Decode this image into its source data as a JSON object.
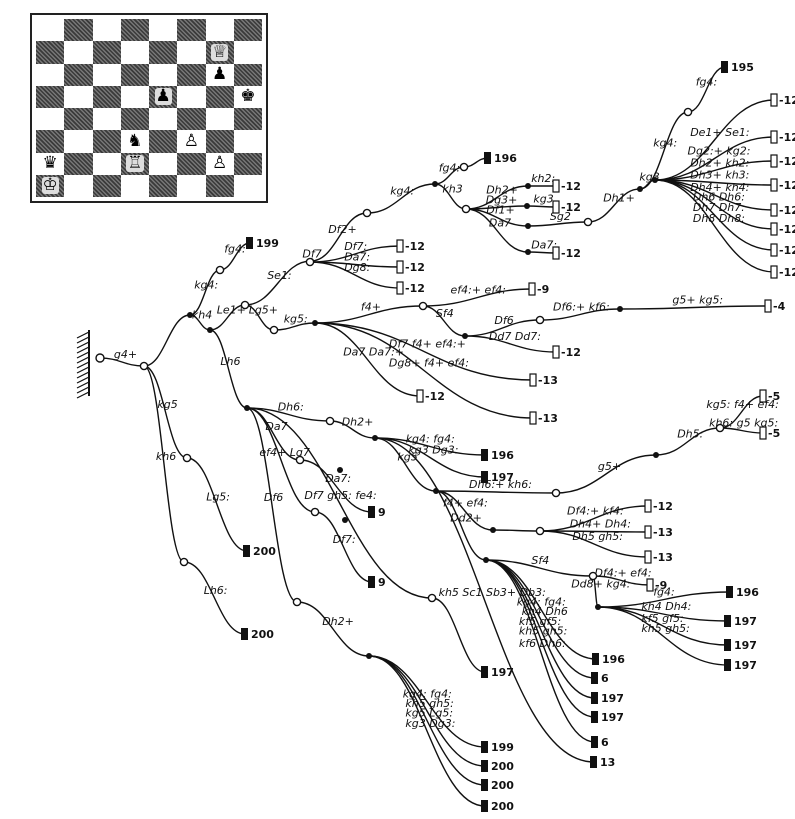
{
  "board": {
    "pieces": [
      {
        "sq": "g7",
        "glyph": "♕",
        "name": "white-queen"
      },
      {
        "sq": "g6",
        "glyph": "♟",
        "name": "black-pawn"
      },
      {
        "sq": "e5",
        "glyph": "♟",
        "name": "black-pawn"
      },
      {
        "sq": "h5",
        "glyph": "♚",
        "name": "black-king"
      },
      {
        "sq": "d3",
        "glyph": "♞",
        "name": "black-knight"
      },
      {
        "sq": "f3",
        "glyph": "♙",
        "name": "white-pawn"
      },
      {
        "sq": "a2",
        "glyph": "♛",
        "name": "black-queen"
      },
      {
        "sq": "d2",
        "glyph": "♖",
        "name": "white-rook"
      },
      {
        "sq": "g2",
        "glyph": "♙",
        "name": "white-pawn"
      },
      {
        "sq": "a1",
        "glyph": "♔",
        "name": "white-king"
      }
    ]
  },
  "tree": {
    "nodes": [
      {
        "id": "root",
        "kind": "root"
      },
      {
        "id": "n1",
        "kind": "open"
      },
      {
        "id": "n2",
        "kind": "filled"
      },
      {
        "id": "n3",
        "kind": "open"
      },
      {
        "id": "n4",
        "kind": "filled"
      },
      {
        "id": "t199a",
        "kind": "terminal",
        "value": "199"
      },
      {
        "id": "n5",
        "kind": "open"
      },
      {
        "id": "n6",
        "kind": "filled"
      },
      {
        "id": "n7",
        "kind": "open"
      },
      {
        "id": "n8",
        "kind": "filled"
      },
      {
        "id": "n9",
        "kind": "open"
      },
      {
        "id": "t196a",
        "kind": "terminal",
        "value": "196"
      },
      {
        "id": "n10",
        "kind": "open"
      },
      {
        "id": "n11",
        "kind": "filled"
      },
      {
        "id": "t12a",
        "kind": "box",
        "value": "-12"
      },
      {
        "id": "n12",
        "kind": "filled"
      },
      {
        "id": "t12b",
        "kind": "box",
        "value": "-12"
      },
      {
        "id": "n13",
        "kind": "filled"
      },
      {
        "id": "n14",
        "kind": "open"
      },
      {
        "id": "n15",
        "kind": "filled"
      },
      {
        "id": "t195",
        "kind": "terminal",
        "value": "195"
      },
      {
        "id": "n16",
        "kind": "open"
      },
      {
        "id": "n17",
        "kind": "filled"
      },
      {
        "id": "tb1",
        "kind": "box",
        "value": "-12"
      },
      {
        "id": "tb2",
        "kind": "box",
        "value": "-12"
      },
      {
        "id": "tb3",
        "kind": "box",
        "value": "-12"
      },
      {
        "id": "tb4",
        "kind": "box",
        "value": "-12"
      },
      {
        "id": "tb5",
        "kind": "box",
        "value": "-12"
      },
      {
        "id": "tb6",
        "kind": "box",
        "value": "-12"
      },
      {
        "id": "tb7",
        "kind": "box",
        "value": "-12"
      },
      {
        "id": "tb8",
        "kind": "box",
        "value": "-12"
      },
      {
        "id": "n18",
        "kind": "filled"
      },
      {
        "id": "t12c",
        "kind": "box",
        "value": "-12"
      },
      {
        "id": "n19",
        "kind": "open"
      },
      {
        "id": "t12d",
        "kind": "box",
        "value": "-12"
      },
      {
        "id": "t12e",
        "kind": "box",
        "value": "-12"
      },
      {
        "id": "t12f",
        "kind": "box",
        "value": "-12"
      },
      {
        "id": "n20",
        "kind": "open"
      },
      {
        "id": "n21",
        "kind": "filled"
      },
      {
        "id": "n22",
        "kind": "open"
      },
      {
        "id": "t9a",
        "kind": "box",
        "value": "-9"
      },
      {
        "id": "n23",
        "kind": "filled"
      },
      {
        "id": "n24",
        "kind": "open"
      },
      {
        "id": "n25",
        "kind": "filled"
      },
      {
        "id": "t4",
        "kind": "box",
        "value": "-4"
      },
      {
        "id": "t12g",
        "kind": "box",
        "value": "-12"
      },
      {
        "id": "t13a",
        "kind": "box",
        "value": "-13"
      },
      {
        "id": "t12h",
        "kind": "box",
        "value": "-12"
      },
      {
        "id": "t13b",
        "kind": "box",
        "value": "-13"
      },
      {
        "id": "n26",
        "kind": "filled"
      },
      {
        "id": "n27",
        "kind": "open"
      },
      {
        "id": "n28",
        "kind": "filled"
      },
      {
        "id": "t196b",
        "kind": "terminal",
        "value": "196"
      },
      {
        "id": "t197a",
        "kind": "terminal",
        "value": "197"
      },
      {
        "id": "n29",
        "kind": "filled"
      },
      {
        "id": "n30",
        "kind": "open"
      },
      {
        "id": "n31",
        "kind": "filled"
      },
      {
        "id": "n32",
        "kind": "open"
      },
      {
        "id": "n33",
        "kind": "filled"
      },
      {
        "id": "t5a",
        "kind": "box",
        "value": "-5"
      },
      {
        "id": "t5b",
        "kind": "box",
        "value": "-5"
      },
      {
        "id": "n34",
        "kind": "filled"
      },
      {
        "id": "n35",
        "kind": "open"
      },
      {
        "id": "t12i",
        "kind": "box",
        "value": "-12"
      },
      {
        "id": "t13c",
        "kind": "box",
        "value": "-13"
      },
      {
        "id": "t13d",
        "kind": "box",
        "value": "-13"
      },
      {
        "id": "n36",
        "kind": "filled"
      },
      {
        "id": "n37",
        "kind": "open"
      },
      {
        "id": "t9b",
        "kind": "box",
        "value": "-9"
      },
      {
        "id": "n38",
        "kind": "filled"
      },
      {
        "id": "t196c",
        "kind": "terminal",
        "value": "196"
      },
      {
        "id": "t197b",
        "kind": "terminal",
        "value": "197"
      },
      {
        "id": "t197c",
        "kind": "terminal",
        "value": "197"
      },
      {
        "id": "t197d",
        "kind": "terminal",
        "value": "197"
      },
      {
        "id": "t196d",
        "kind": "terminal",
        "value": "196"
      },
      {
        "id": "t6a",
        "kind": "terminal",
        "value": "6"
      },
      {
        "id": "t197e",
        "kind": "terminal",
        "value": "197"
      },
      {
        "id": "t197f",
        "kind": "terminal",
        "value": "197"
      },
      {
        "id": "t6b",
        "kind": "terminal",
        "value": "6"
      },
      {
        "id": "t13e",
        "kind": "terminal",
        "value": "13"
      },
      {
        "id": "n39",
        "kind": "open"
      },
      {
        "id": "n40",
        "kind": "filled"
      },
      {
        "id": "t9c",
        "kind": "terminal",
        "value": "9"
      },
      {
        "id": "n41",
        "kind": "open"
      },
      {
        "id": "n42",
        "kind": "filled"
      },
      {
        "id": "t9d",
        "kind": "terminal",
        "value": "9"
      },
      {
        "id": "n43",
        "kind": "open"
      },
      {
        "id": "t197g",
        "kind": "terminal",
        "value": "197"
      },
      {
        "id": "n44",
        "kind": "open"
      },
      {
        "id": "n45",
        "kind": "filled"
      },
      {
        "id": "t199b",
        "kind": "terminal",
        "value": "199"
      },
      {
        "id": "t200a",
        "kind": "terminal",
        "value": "200"
      },
      {
        "id": "t200b",
        "kind": "terminal",
        "value": "200"
      },
      {
        "id": "t200c",
        "kind": "terminal",
        "value": "200"
      },
      {
        "id": "n46",
        "kind": "open"
      },
      {
        "id": "t200d",
        "kind": "terminal",
        "value": "200"
      },
      {
        "id": "n47",
        "kind": "open"
      },
      {
        "id": "t200e",
        "kind": "terminal",
        "value": "200"
      }
    ],
    "edges": [
      {
        "from": "root",
        "to": "n1",
        "label": "g4+"
      },
      {
        "from": "n1",
        "to": "n2",
        "label": ""
      },
      {
        "from": "n2",
        "to": "n3",
        "label": "kg4:"
      },
      {
        "from": "n3",
        "to": "t199a",
        "label": "fg4:"
      },
      {
        "from": "n2",
        "to": "n4",
        "label": "kh4"
      },
      {
        "from": "n4",
        "to": "n5",
        "label": "Le1+"
      },
      {
        "from": "n5",
        "to": "n6",
        "label": "Se1:"
      },
      {
        "from": "n6",
        "to": "n7",
        "label": "Df2+"
      },
      {
        "from": "n7",
        "to": "n8",
        "label": "kg4:"
      },
      {
        "from": "n8",
        "to": "n9",
        "label": "fg4:"
      },
      {
        "from": "n9",
        "to": "t196a",
        "label": ""
      },
      {
        "from": "n8",
        "to": "n10",
        "label": "kh3"
      },
      {
        "from": "n10",
        "to": "n11",
        "label": "Dh2+"
      },
      {
        "from": "n11",
        "to": "t12a",
        "label": "kh2:"
      },
      {
        "from": "n10",
        "to": "n12",
        "label": "Dg3+"
      },
      {
        "from": "n12",
        "to": "t12b",
        "label": "kg3"
      },
      {
        "from": "n10",
        "to": "n13",
        "label": "Df1+"
      },
      {
        "from": "n13",
        "to": "n14",
        "label": "Sg2"
      },
      {
        "from": "n14",
        "to": "n15",
        "label": "Dh1+"
      },
      {
        "from": "n15",
        "to": "n16",
        "label": "kg4:"
      },
      {
        "from": "n16",
        "to": "t195",
        "label": "fg4:"
      },
      {
        "from": "n15",
        "to": "n17",
        "label": "kg3"
      },
      {
        "from": "n17",
        "to": "tb1",
        "label": "De1+ Se1:"
      },
      {
        "from": "n17",
        "to": "tb2",
        "label": "Dg2:+ kg2:"
      },
      {
        "from": "n17",
        "to": "tb3",
        "label": "Dh2+ kh2:"
      },
      {
        "from": "n17",
        "to": "tb4",
        "label": "Dh3+ kh3:"
      },
      {
        "from": "n17",
        "to": "tb5",
        "label": "Dh4+ kh4:"
      },
      {
        "from": "n17",
        "to": "tb6",
        "label": "Dh6 Dh6:"
      },
      {
        "from": "n17",
        "to": "tb7",
        "label": "Dh7 Dh7:"
      },
      {
        "from": "n17",
        "to": "tb8",
        "label": "Dh8 Dh8:"
      },
      {
        "from": "n10",
        "to": "n18",
        "label": "Da7"
      },
      {
        "from": "n18",
        "to": "t12c",
        "label": "Da7:"
      },
      {
        "from": "n6",
        "to": "n19",
        "label": "Df7"
      },
      {
        "from": "n19",
        "to": "t12d",
        "label": "Df7:"
      },
      {
        "from": "n19",
        "to": "t12e",
        "label": "Da7:"
      },
      {
        "from": "n19",
        "to": "t12f",
        "label": "Dg8:"
      },
      {
        "from": "n5",
        "to": "n20",
        "label": "Lg5+"
      },
      {
        "from": "n20",
        "to": "n21",
        "label": "kg5:"
      },
      {
        "from": "n21",
        "to": "n22",
        "label": "f4+"
      },
      {
        "from": "n22",
        "to": "t9a",
        "label": "ef4:+ ef4:"
      },
      {
        "from": "n22",
        "to": "n23",
        "label": "Sf4"
      },
      {
        "from": "n23",
        "to": "n24",
        "label": "Df6"
      },
      {
        "from": "n24",
        "to": "n25",
        "label": "Df6:+ kf6:"
      },
      {
        "from": "n25",
        "to": "t4",
        "label": "g5+ kg5:"
      },
      {
        "from": "n23",
        "to": "t12g",
        "label": "Dd7 Dd7:"
      },
      {
        "from": "n21",
        "to": "t13a",
        "label": "Df7 f4+ ef4:+"
      },
      {
        "from": "n21",
        "to": "t12h",
        "label": "Da7 Da7:+"
      },
      {
        "from": "n21",
        "to": "t13b",
        "label": "Dg8+ f4+ ef4:"
      },
      {
        "from": "n4",
        "to": "n26",
        "label": "Lh6"
      },
      {
        "from": "n26",
        "to": "n27",
        "label": "Dh6:"
      },
      {
        "from": "n27",
        "to": "n28",
        "label": "Dh2+"
      },
      {
        "from": "n28",
        "to": "t196b",
        "label": "kg4: fg4:"
      },
      {
        "from": "n28",
        "to": "t197a",
        "label": "kg3 Dg3:"
      },
      {
        "from": "n28",
        "to": "n29",
        "label": "kg5"
      },
      {
        "from": "n29",
        "to": "n30",
        "label": "Dh6:+ kh6:"
      },
      {
        "from": "n30",
        "to": "n31",
        "label": "g5+"
      },
      {
        "from": "n31",
        "to": "n32",
        "label": "Dh5:"
      },
      {
        "from": "n32",
        "to": "t5a",
        "label": "kg5: f4+ ef4:"
      },
      {
        "from": "n32",
        "to": "t5b",
        "label": "kh6: g5 kg5:"
      },
      {
        "from": "n29",
        "to": "n34",
        "label": "f4+ ef4:"
      },
      {
        "from": "n34",
        "to": "n35",
        "label": ""
      },
      {
        "from": "n35",
        "to": "t12i",
        "label": "Df4:+ kf4:"
      },
      {
        "from": "n35",
        "to": "t13c",
        "label": "Dh4+ Dh4:"
      },
      {
        "from": "n35",
        "to": "t13d",
        "label": "Dh5 gh5:"
      },
      {
        "from": "n29",
        "to": "n36",
        "label": "Dd2+"
      },
      {
        "from": "n36",
        "to": "n37",
        "label": "Sf4"
      },
      {
        "from": "n37",
        "to": "t9b",
        "label": "Df4:+ ef4:"
      },
      {
        "from": "n37",
        "to": "n38",
        "label": "Dd8+ kg4:"
      },
      {
        "from": "n38",
        "to": "t196c",
        "label": "fg4:"
      },
      {
        "from": "n38",
        "to": "t197b",
        "label": "kh4 Dh4:"
      },
      {
        "from": "n38",
        "to": "t197c",
        "label": "kf5 gf5:"
      },
      {
        "from": "n38",
        "to": "t197d",
        "label": "kh5 gh5:"
      },
      {
        "from": "n36",
        "to": "t196d",
        "label": "kg4: fg4:"
      },
      {
        "from": "n36",
        "to": "t6a",
        "label": "kh4 Dh6"
      },
      {
        "from": "n36",
        "to": "t197e",
        "label": "kf5 gf5:"
      },
      {
        "from": "n36",
        "to": "t197f",
        "label": "kh5 gh5:"
      },
      {
        "from": "n36",
        "to": "t6b",
        "label": "kf6 Dh6:"
      },
      {
        "from": "n28",
        "to": "t13e",
        "label": "kh5 Sc1 Sb3+ Db3:"
      },
      {
        "from": "n26",
        "to": "n39",
        "label": "Da7"
      },
      {
        "from": "n39",
        "to": "t9c",
        "label": "Da7:"
      },
      {
        "from": "n26",
        "to": "n41",
        "label": "ef4+ Lg7"
      },
      {
        "from": "n41",
        "to": "t9d",
        "label": "Df7:"
      },
      {
        "from": "n26",
        "to": "n43",
        "label": "Df7 gh5: fe4:"
      },
      {
        "from": "n43",
        "to": "t197g",
        "label": ""
      },
      {
        "from": "n26",
        "to": "n44",
        "label": "Df6"
      },
      {
        "from": "n44",
        "to": "n45",
        "label": "Dh2+"
      },
      {
        "from": "n45",
        "to": "t199b",
        "label": "kg4: fg4:"
      },
      {
        "from": "n45",
        "to": "t200a",
        "label": "kh5 gh5:"
      },
      {
        "from": "n45",
        "to": "t200b",
        "label": "kg5 Lg5:"
      },
      {
        "from": "n45",
        "to": "t200c",
        "label": "kg3 Dg3:"
      },
      {
        "from": "n1",
        "to": "n46",
        "label": "kg5"
      },
      {
        "from": "n46",
        "to": "t200d",
        "label": "Lg5:"
      },
      {
        "from": "n1",
        "to": "n47",
        "label": "kh6"
      },
      {
        "from": "n47",
        "to": "t200e",
        "label": "Lh6:"
      }
    ]
  }
}
